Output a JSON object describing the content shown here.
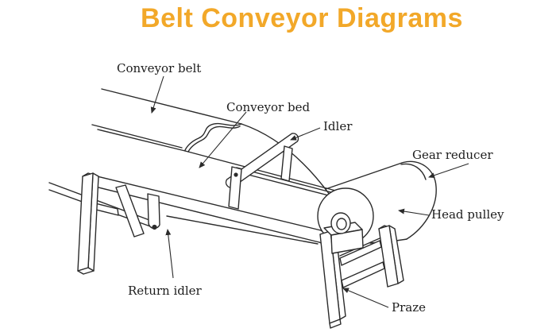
{
  "title": {
    "text": "Belt Conveyor Diagrams",
    "color": "#F2A829"
  },
  "diagram": {
    "description": "line drawing of a belt conveyor",
    "stroke_color": "#2b2b2b",
    "background": "#ffffff",
    "labels": {
      "conveyor_belt": "Conveyor belt",
      "conveyor_bed": "Conveyor bed",
      "idler": "Idler",
      "gear_reducer": "Gear reducer",
      "head_pulley": "Head pulley",
      "return_idler": "Return idler",
      "praze": "Praze"
    }
  }
}
